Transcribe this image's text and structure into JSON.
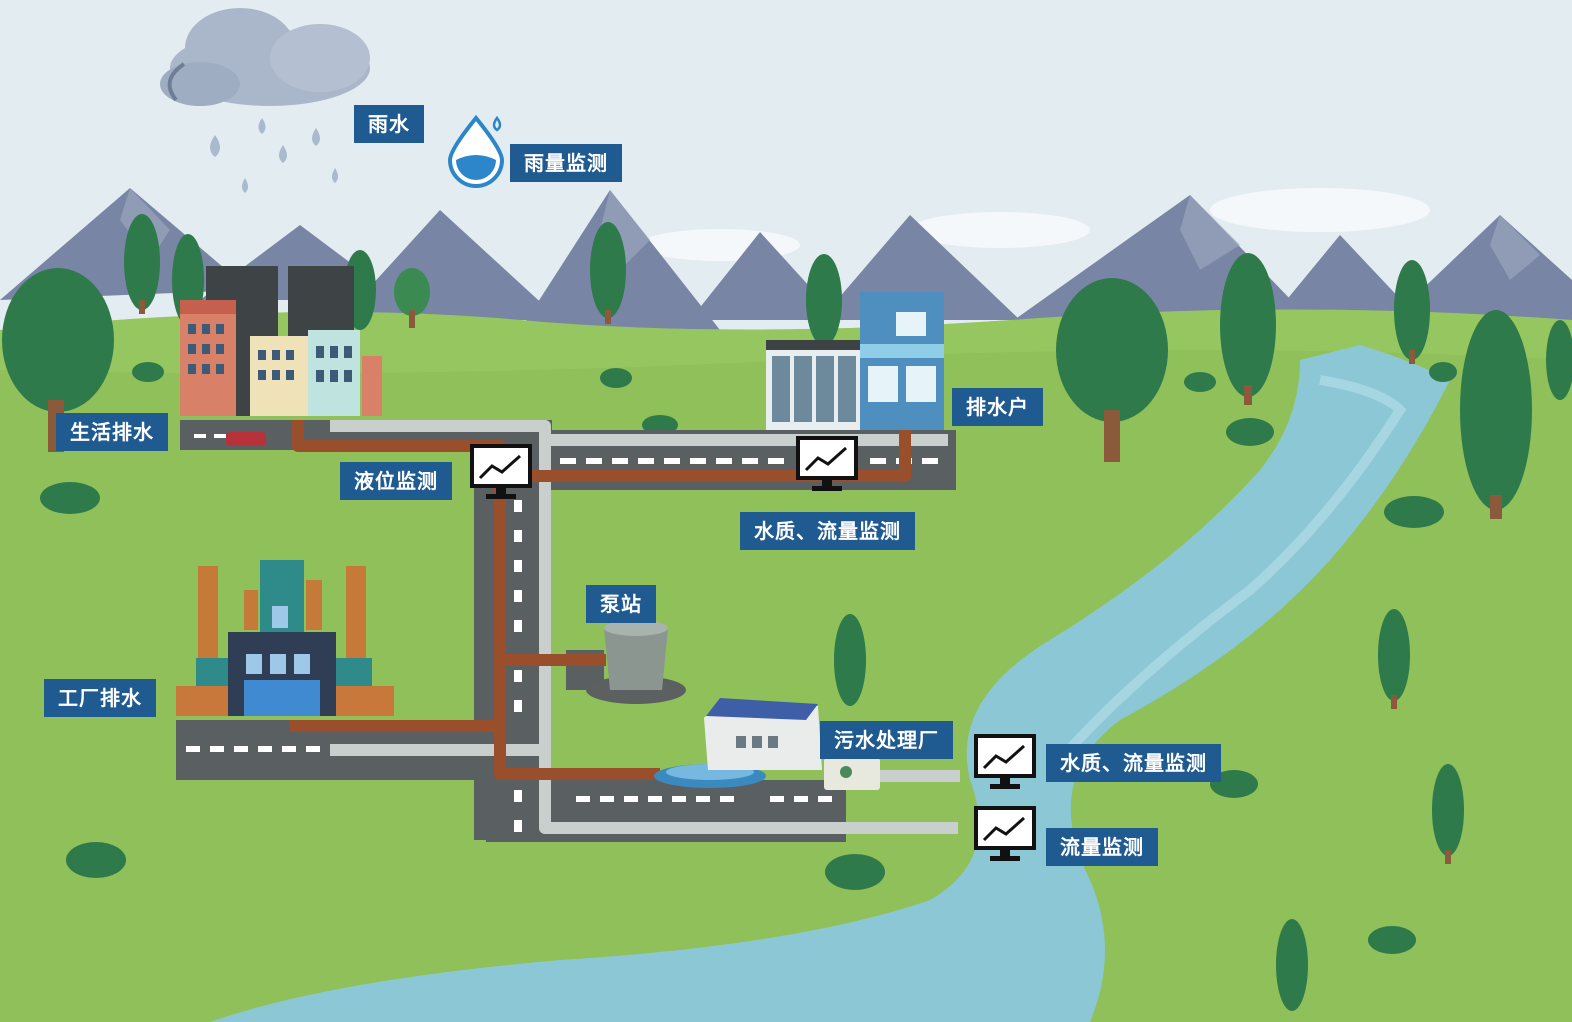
{
  "labels": {
    "rain": "雨水",
    "rain_monitor": "雨量监测",
    "domestic_drainage": "生活排水",
    "drainage_household": "排水户",
    "level_monitor": "液位监测",
    "quality_flow_monitor_1": "水质、流量监测",
    "pump_station": "泵站",
    "factory_drainage": "工厂排水",
    "sewage_plant": "污水处理厂",
    "quality_flow_monitor_2": "水质、流量监测",
    "flow_monitor": "流量监测"
  },
  "icons": [
    "cloud-icon",
    "raindrop-icon",
    "monitor-icon"
  ],
  "colors": {
    "sky": "#e3ecf1",
    "grass": "#8fc05a",
    "mountain": "#7a87a6",
    "river": "#8fc8d6",
    "road": "#5c6264",
    "sewer_pipe": "#9a4f2c",
    "clean_pipe": "#c9cfcc",
    "label_bg": "#1f5a91"
  }
}
